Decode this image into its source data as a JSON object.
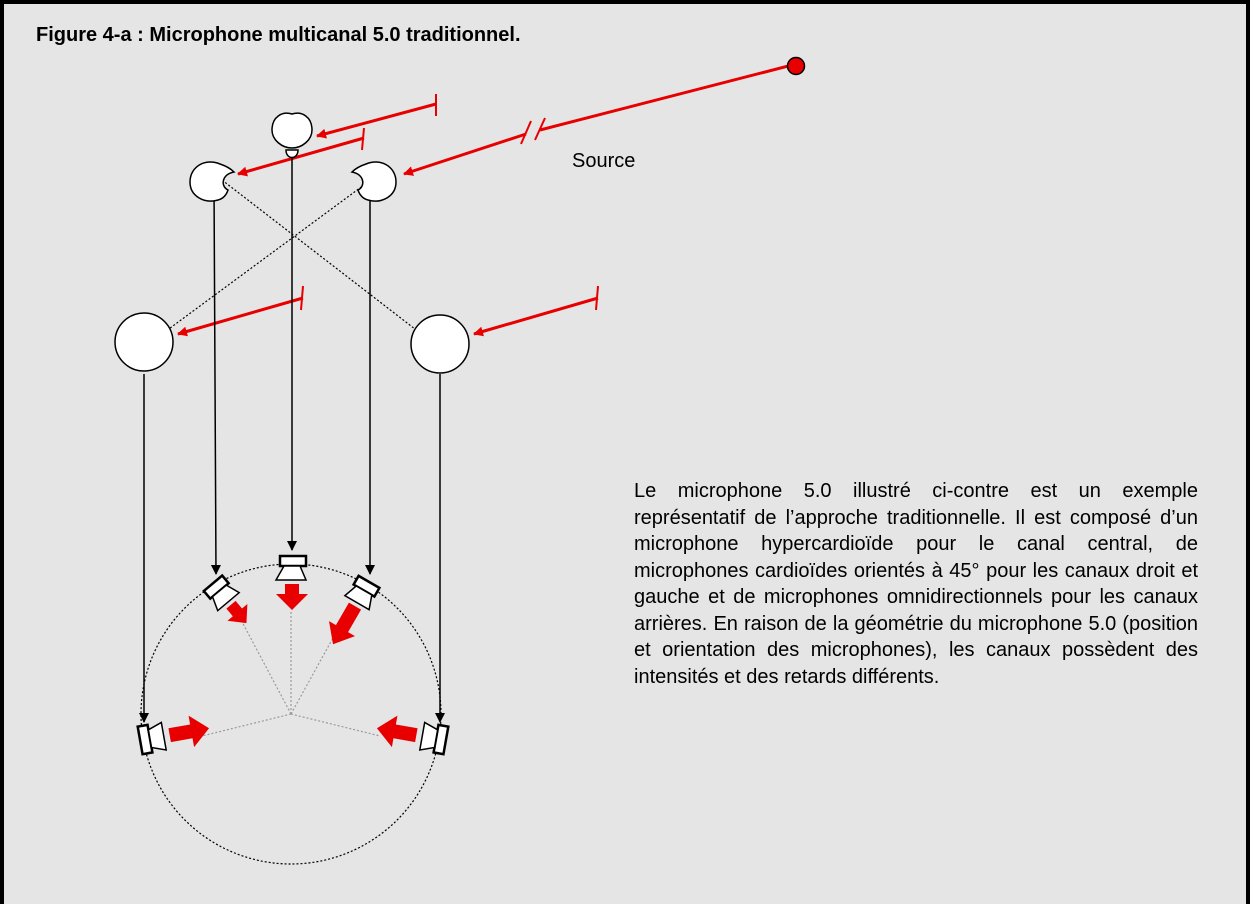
{
  "figure": {
    "title": "Figure 4-a : Microphone multicanal 5.0 traditionnel.",
    "source_label": "Source",
    "description": "Le microphone 5.0 illustré ci-contre est un exemple représentatif de l’approche traditionnelle. Il est composé d’un microphone hypercardioïde pour le canal central, de microphones cardioïdes orientés à 45° pour les canaux droit et gauche et de microphones omnidirectionnels pour les canaux arrières. En raison de la géométrie du microphone 5.0 (position et orientation des microphones), les canaux possèdent des intensités et des retards différents."
  },
  "colors": {
    "background": "#e5e5e5",
    "frame": "#000000",
    "accent": "#e80000"
  },
  "elements": {
    "microphones": [
      "hypercardioid-center-mic",
      "cardioid-left-mic",
      "cardioid-right-mic",
      "omni-rear-left-mic",
      "omni-rear-right-mic"
    ],
    "speakers": [
      "front-left-speaker",
      "center-speaker",
      "front-right-speaker",
      "rear-left-speaker",
      "rear-right-speaker"
    ]
  }
}
